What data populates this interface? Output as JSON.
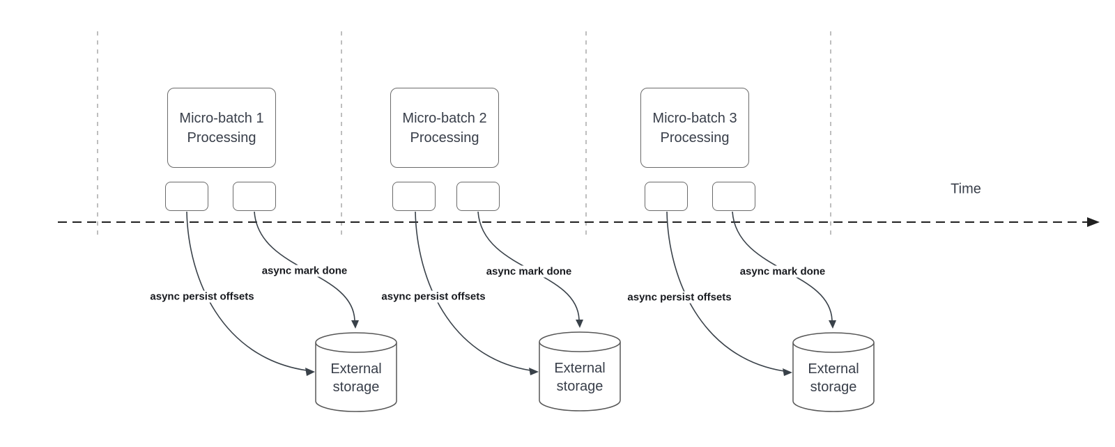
{
  "diagram": {
    "time_label": "Time",
    "batches": [
      {
        "process_label": "Micro-batch 1\nProcessing",
        "persist_label": "async persist offsets",
        "mark_done_label": "async mark done",
        "storage_label": "External\nstorage"
      },
      {
        "process_label": "Micro-batch 2\nProcessing",
        "persist_label": "async persist offsets",
        "mark_done_label": "async mark done",
        "storage_label": "External\nstorage"
      },
      {
        "process_label": "Micro-batch 3\nProcessing",
        "persist_label": "async persist offsets",
        "mark_done_label": "async mark done",
        "storage_label": "External\nstorage"
      }
    ],
    "colors": {
      "curve": "#394149",
      "timeline": "#1f1f1f",
      "divider": "#a9a9a9",
      "boxBorder": "#6a6a6a",
      "cylBorder": "#565656",
      "text": "#383e49",
      "labelText": "#17191e",
      "bg": "#ffffff"
    }
  }
}
